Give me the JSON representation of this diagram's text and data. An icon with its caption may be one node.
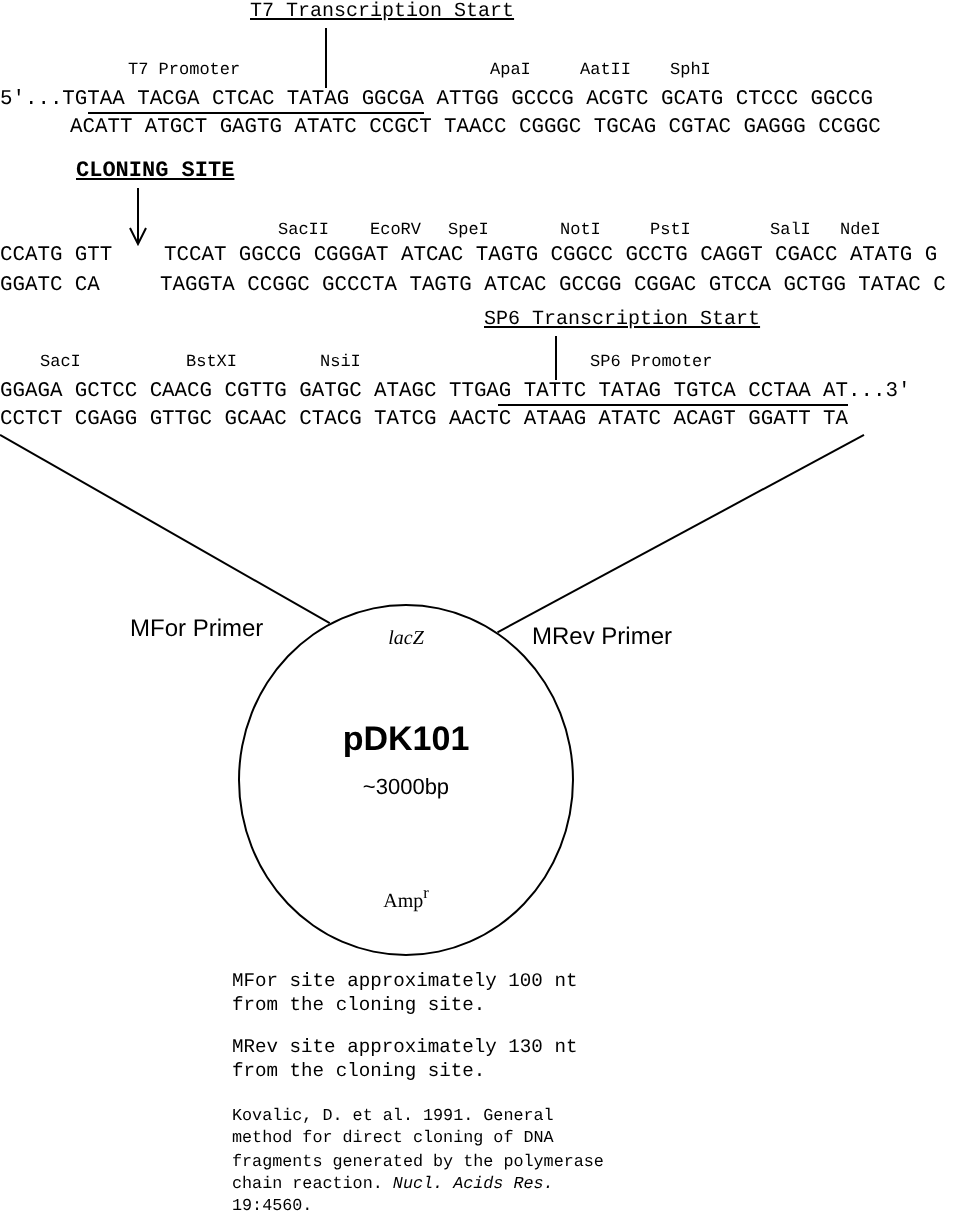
{
  "diagram": {
    "nodes": [
      {
        "text": [
          "T7 Transcription Start"
        ]
      },
      {
        "text": [
          "5'...TGTAA TACGA CTCAC TATAG GGCGA ATTGG GCCCG ACGTC GCATG CTCCC GGCCG"
        ]
      },
      {
        "text": [
          "CLONING SITE"
        ]
      },
      {
        "text": [
          "CCATG GTT"
        ]
      },
      {
        "text": [
          "SP6 Transcription Start"
        ]
      },
      {
        "text": [
          "GGAGA GCTCC CAACG CGTTG GATGC ATAGC TTGAG TATTC TATAG TGTCA CCTAA AT...3'"
        ]
      },
      {
        "text": [
          "CCTCT CGAGG GTTGC GCAAC CTACG TATCG AACTC ATAAG ATATC ACAGT GGATT TA"
        ]
      },
      {
        "text": [
          "lacZ",
          "pDK101",
          "~3000bp",
          "Amp$^{r}$"
        ]
      }
    ],
    "edges": [
      {
        "from": 0,
        "to": 1,
        "arrow": "none"
      },
      {
        "from": 2,
        "to": 3,
        "arrow": "to"
      },
      {
        "from": 4,
        "to": 5,
        "arrow": "none"
      },
      {
        "from": 6,
        "to": 7,
        "arrow": "none"
      },
      {
        "from": 6,
        "to": 7,
        "arrow": "none"
      }
    ],
    "labels": [
      "T7 Promoter",
      "ApaI",
      "AatII",
      "SphI",
      "ACATT ATGCT GAGTG ATATC CCGCT TAACC CGGGC TGCAG CGTAC GAGGG CCGGC",
      "SacII",
      "EcoRV",
      "SpeI",
      "NotI",
      "PstI",
      "SalI",
      "NdeI",
      "TCCAT GGCCG CGGGAT ATCAC TAGTG CGGCC GCCTG CAGGT CGACC ATATG G",
      "GGATC CA",
      "TAGGTA CCGGC GCCCTA TAGTG ATCAC GCCGG CGGAC GTCCA GCTGG TATAC C",
      "SacI",
      "BstXI",
      "NsiI",
      "SP6 Promoter",
      "MFor Primer",
      "MRev Primer",
      "MFor site approximately 100 nt from the cloning site.",
      "MRev site approximately 130 nt from the cloning site.",
      "Kovalic, D. et al. 1991. General method for direct cloning of DNA fragments generated by the polymerase chain reaction. *Nucl. Acids Res.* 19:4560."
    ]
  }
}
